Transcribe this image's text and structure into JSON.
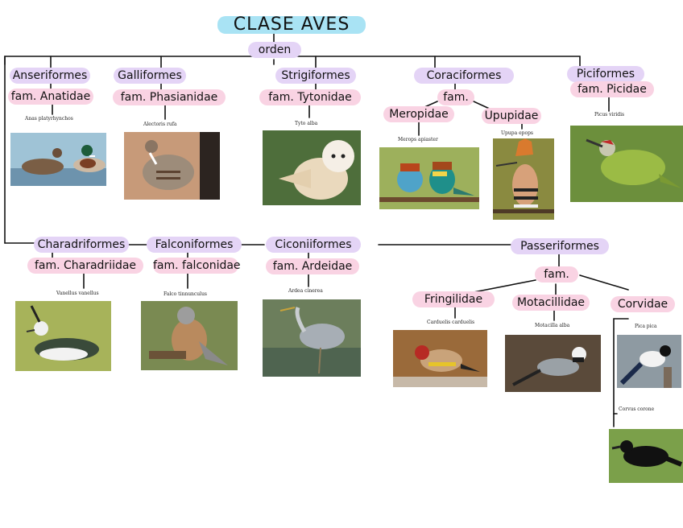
{
  "title": "CLASE AVES",
  "level": "orden",
  "orders": {
    "anseriformes": {
      "name": "Anseriformes",
      "family": "fam. Anatidae",
      "species": "Anas platyrhynchos"
    },
    "galliformes": {
      "name": "Galliformes",
      "family": "fam. Phasianidae",
      "species": "Alectoris rufa"
    },
    "strigiformes": {
      "name": "Strigiformes",
      "family": "fam. Tytonidae",
      "species": "Tyto alba"
    },
    "coraciformes": {
      "name": "Coraciformes",
      "family": "fam.",
      "sub": [
        {
          "name": "Meropidae",
          "species": "Merops apiaster"
        },
        {
          "name": "Upupidae",
          "species": "Upupa epops"
        }
      ]
    },
    "piciformes": {
      "name": "Piciformes",
      "family": "fam. Picidae",
      "species": "Picus viridis"
    },
    "charadriformes": {
      "name": "Charadriformes",
      "family": "fam. Charadriidae",
      "species": "Vanellus vanellus"
    },
    "falconiformes": {
      "name": "Falconiformes",
      "family": "fam. falconidae",
      "species": "Falco tinnunculus"
    },
    "ciconiiformes": {
      "name": "Ciconiiformes",
      "family": "fam. Ardeidae",
      "species": "Ardea cinerea"
    },
    "passeriformes": {
      "name": "Passeriformes",
      "family": "fam.",
      "sub": [
        {
          "name": "Fringilidae",
          "species": "Carduelis carduelis"
        },
        {
          "name": "Motacillidae",
          "species": "Motacilla alba"
        },
        {
          "name": "Corvidae",
          "species": [
            "Pica pica",
            "Corvus corone"
          ]
        }
      ]
    }
  },
  "colors": {
    "title": "#a9e3f4",
    "order": "#e4d4f6",
    "family": "#f9d3e3"
  }
}
